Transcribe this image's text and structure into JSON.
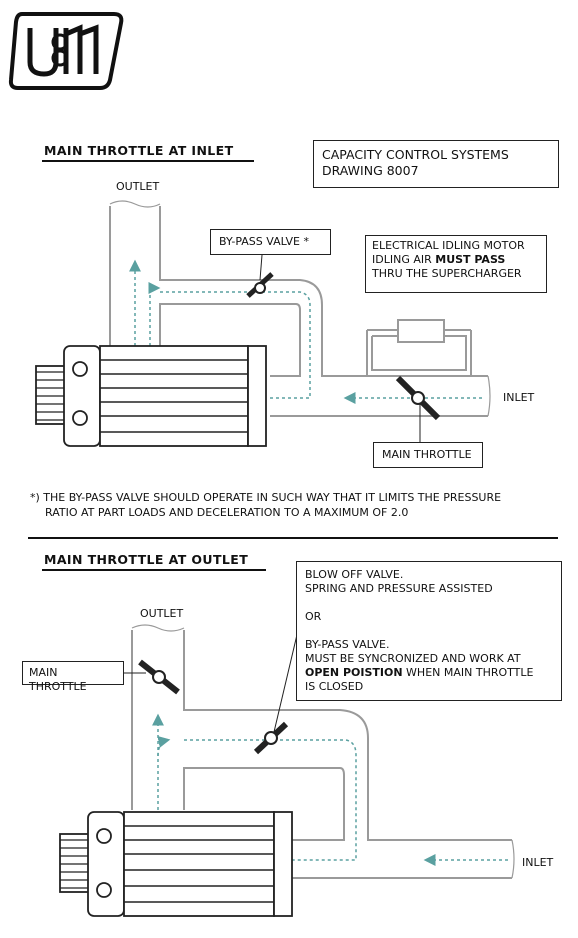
{
  "logo": {
    "text": "UTM"
  },
  "colors": {
    "flow": "#5aa0a0",
    "pipe": "#9a9a9a",
    "ink": "#222222"
  },
  "top": {
    "heading": "MAIN THROTTLE AT INLET",
    "title_line1": "CAPACITY CONTROL SYSTEMS",
    "title_line2": "DRAWING 8007",
    "outlet": "OUTLET",
    "bypass": "BY-PASS VALVE *",
    "motor_line1": "ELECTRICAL IDLING MOTOR",
    "motor_line2_pre": "IDLING AIR ",
    "motor_line2_bold": "MUST PASS",
    "motor_line3": "THRU THE SUPERCHARGER",
    "inlet": "INLET",
    "main_throttle": "MAIN THROTTLE"
  },
  "note": {
    "marker": "*)",
    "line1": "THE BY-PASS VALVE SHOULD OPERATE IN SUCH WAY THAT IT LIMITS THE PRESSURE",
    "line2": "RATIO AT PART LOADS AND DECELERATION TO A MAXIMUM OF  2.0"
  },
  "bottom": {
    "heading": "MAIN THROTTLE AT OUTLET",
    "outlet": "OUTLET",
    "main_throttle": "MAIN THROTTLE",
    "blow_line1": "BLOW OFF VALVE.",
    "blow_line2": "SPRING AND PRESSURE ASSISTED",
    "blow_or": "OR",
    "blow_line3": "BY-PASS VALVE.",
    "blow_line4": "MUST BE SYNCRONIZED AND WORK AT",
    "blow_line5_bold": "OPEN POISTION",
    "blow_line5_rest": " WHEN MAIN THROTTLE",
    "blow_line6": "IS CLOSED",
    "inlet": "INLET"
  }
}
